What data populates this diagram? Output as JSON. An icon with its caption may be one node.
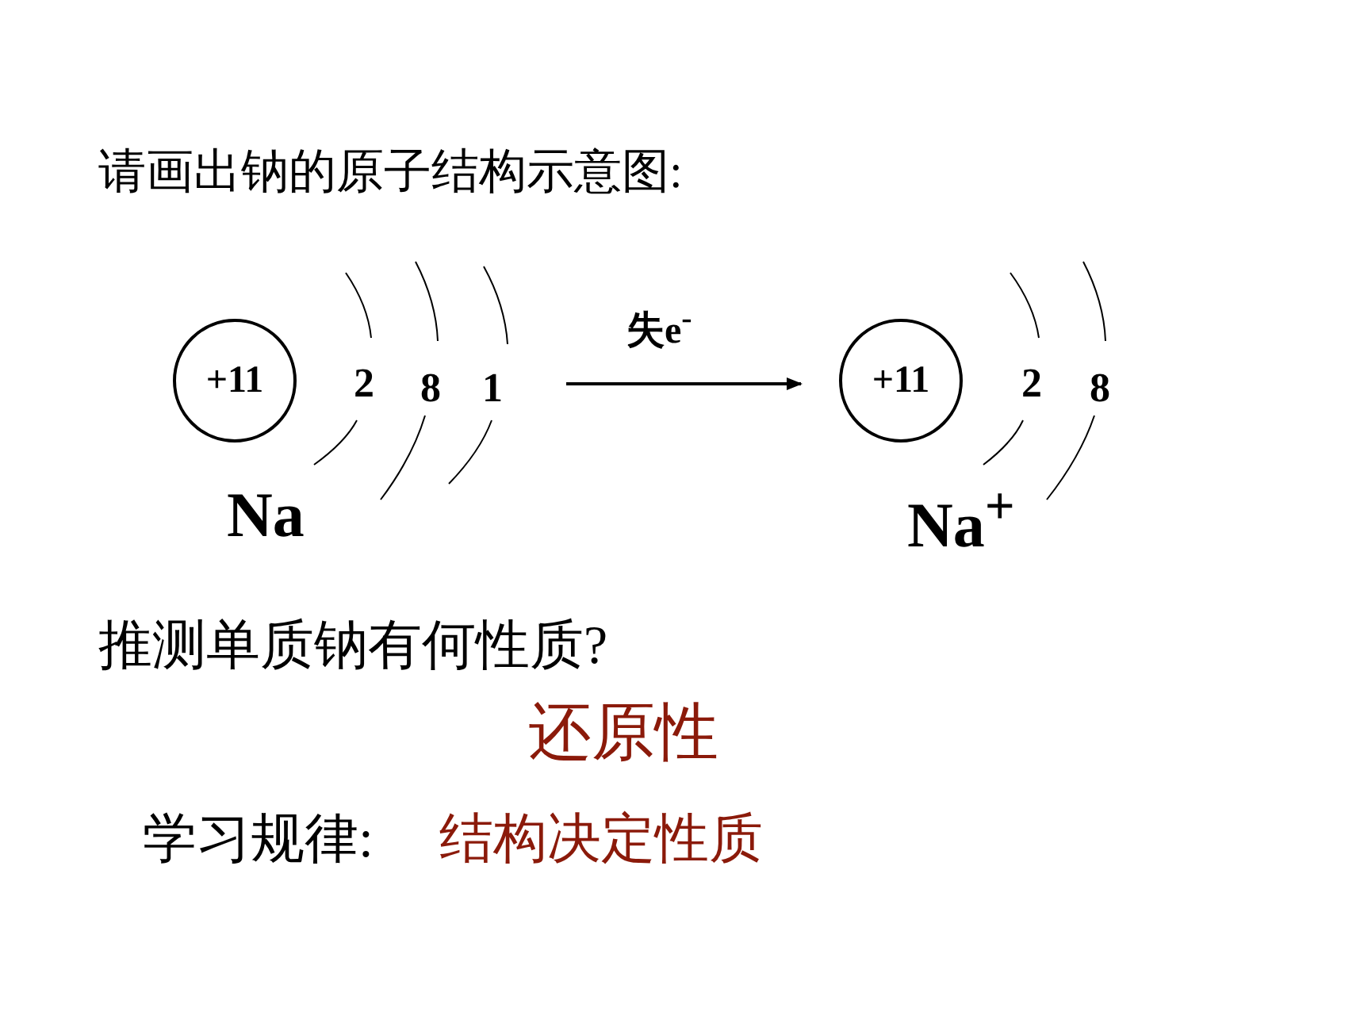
{
  "diagram": {
    "title": "请画出钠的原子结构示意图:",
    "nodes": [
      {
        "text": [
          "+11"
        ],
        "beside": [
          "Na"
        ]
      },
      {
        "text": [
          "+11"
        ],
        "beside": [
          "Na$^{+}$"
        ]
      }
    ],
    "edges": [
      {
        "from": 0,
        "to": 1,
        "arrow": "to",
        "label": "失e$^{-}$"
      }
    ],
    "labels": [
      "2",
      "8",
      "1",
      "2",
      "8",
      "推测单质钠有何性质?",
      "还原性",
      "学习规律:",
      "结构决定性质"
    ]
  }
}
